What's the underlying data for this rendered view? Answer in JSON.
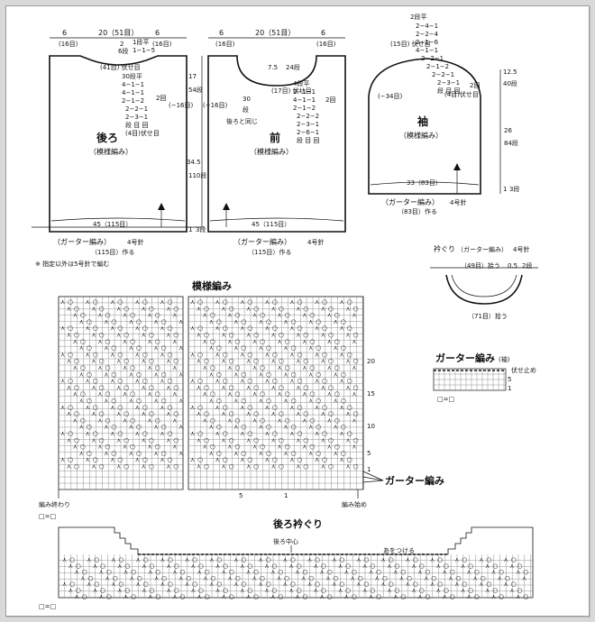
{
  "back": {
    "title": "後ろ",
    "subtitle": "（模様編み）",
    "shoulder_left": "6",
    "shoulder_left_st": "(16目)",
    "neck_width": "20（51目）",
    "shoulder_right": "6",
    "shoulder_right_st": "(16目)",
    "neck_rows1": "1段平",
    "neck_rows2": "1−1−5",
    "neck_depth": "2",
    "neck_depth_rows": "6段",
    "bind_off": "(41目)\n伏せ目",
    "armhole_dec": [
      "30段平",
      "4−1−1",
      "4−1−1",
      "2−1−2",
      "2−2−1",
      "2−3−1",
      "段 目 回"
    ],
    "armhole_note": "2回",
    "armhole_bo": "(4目)伏せ目",
    "armhole_depth": "17",
    "armhole_rows": "54段",
    "side_st": "(−16目)",
    "body_len": "34.5",
    "body_rows": "110段",
    "rib_len": "1",
    "rib_rows": "3段",
    "hem_width": "45（115目）",
    "garter": "（ガーター編み）",
    "needle": "4号針",
    "cast_on": "（115目）作る",
    "note": "※ 指定以外は5号針で編む"
  },
  "front": {
    "title": "前",
    "subtitle": "（模様編み）",
    "shoulder_left": "6",
    "shoulder_left_st": "(16目)",
    "neck_width": "20（51目）",
    "shoulder_right": "6",
    "shoulder_right_st": "(16目)",
    "neck_depth": "7.5",
    "neck_rows": "24段",
    "neck_bo": "(17目)\n伏せ目",
    "neck_dec": [
      "4段平",
      "2−1−1",
      "4−1−1",
      "2−1−2",
      "2−2−2",
      "2−3−1",
      "2−6−1",
      "段 目 回"
    ],
    "neck_note": "2回",
    "side_st": "(−16目)",
    "armhole_depth": "30",
    "armhole_rows": "段",
    "same_as_back": "後ろと同じ",
    "hem_width": "45（115目）",
    "garter": "（ガーター編み）",
    "needle": "4号針",
    "cast_on": "（115目）作る"
  },
  "sleeve": {
    "title": "袖",
    "subtitle": "（模様編み）",
    "cap_top": "2段平",
    "cap_dec": [
      "2−4−1",
      "2−2−4",
      "2−1−6",
      "4−1−1",
      "2−2−1",
      "2−1−2",
      "2−2−1",
      "2−3−1",
      "段 目 回"
    ],
    "cap_bo": "(15目)\n伏せ目",
    "cap_side_bo": "(4目)伏せ目",
    "cap_note": "2回",
    "cap_height": "12.5",
    "cap_rows": "40段",
    "side_st": "(−34目)",
    "body_len": "26",
    "body_rows": "84段",
    "rib_len": "1",
    "rib_rows": "3段",
    "width": "33（83目）",
    "garter": "（ガーター編み）",
    "needle": "4号針",
    "cast_on": "（83目）作る"
  },
  "neckband": {
    "title": "衿ぐり",
    "subtitle": "（ガーター編み）",
    "needle": "4号針",
    "inner": "（49目）拾う",
    "outer": "（71目）拾う",
    "height": "0.5",
    "rows": "2段"
  },
  "pattern_chart": {
    "title": "模様編み",
    "garter_label": "ガーター編み",
    "end_label": "編み終わり",
    "start_label": "編み始め",
    "legend": "□=□",
    "row_numbers": [
      "20",
      "15",
      "10",
      "5",
      "1"
    ],
    "col_numbers": [
      "5",
      "1"
    ]
  },
  "garter_chart": {
    "title": "ガーター編み",
    "unit": "(袖)",
    "bind_off": "伏せ止め",
    "legend": "□=□",
    "rows": [
      "5",
      "1"
    ]
  },
  "back_neck_chart": {
    "title": "後ろ衿ぐり",
    "center": "後ろ中心",
    "pick_up": "あをつける",
    "legend": "□=□"
  },
  "colors": {
    "background": "#ffffff",
    "frame": "#d9d9d9",
    "ink": "#111111",
    "grid": "#777777",
    "accent": "#c0392b"
  }
}
